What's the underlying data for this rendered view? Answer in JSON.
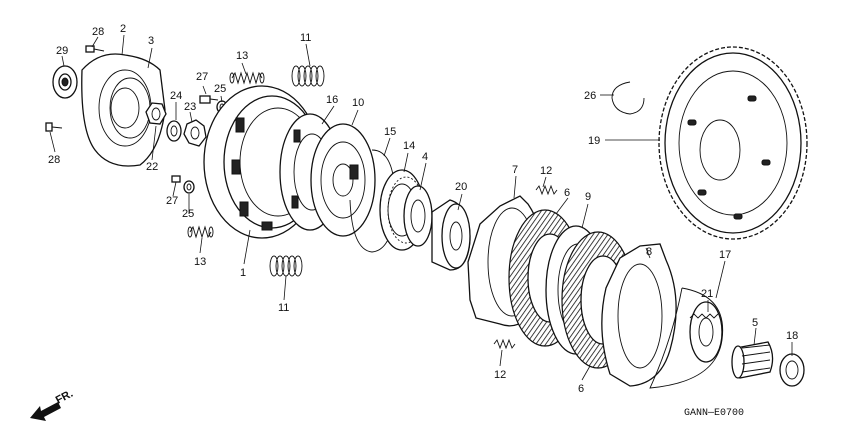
{
  "diagram_code": "GANN—E0700",
  "direction_label": "FR.",
  "callouts": [
    {
      "id": "c1",
      "text": "1"
    },
    {
      "id": "c2",
      "text": "2"
    },
    {
      "id": "c3",
      "text": "3"
    },
    {
      "id": "c4",
      "text": "4"
    },
    {
      "id": "c5",
      "text": "5"
    },
    {
      "id": "c6a",
      "text": "6"
    },
    {
      "id": "c6b",
      "text": "6"
    },
    {
      "id": "c7",
      "text": "7"
    },
    {
      "id": "c8",
      "text": "8"
    },
    {
      "id": "c9",
      "text": "9"
    },
    {
      "id": "c10",
      "text": "10"
    },
    {
      "id": "c11a",
      "text": "11"
    },
    {
      "id": "c11b",
      "text": "11"
    },
    {
      "id": "c12a",
      "text": "12"
    },
    {
      "id": "c12b",
      "text": "12"
    },
    {
      "id": "c13a",
      "text": "13"
    },
    {
      "id": "c13b",
      "text": "13"
    },
    {
      "id": "c14",
      "text": "14"
    },
    {
      "id": "c15",
      "text": "15"
    },
    {
      "id": "c16",
      "text": "16"
    },
    {
      "id": "c17",
      "text": "17"
    },
    {
      "id": "c18",
      "text": "18"
    },
    {
      "id": "c19",
      "text": "19"
    },
    {
      "id": "c20",
      "text": "20"
    },
    {
      "id": "c21",
      "text": "21"
    },
    {
      "id": "c22",
      "text": "22"
    },
    {
      "id": "c23",
      "text": "23"
    },
    {
      "id": "c24",
      "text": "24"
    },
    {
      "id": "c25a",
      "text": "25"
    },
    {
      "id": "c25b",
      "text": "25"
    },
    {
      "id": "c26",
      "text": "26"
    },
    {
      "id": "c27a",
      "text": "27"
    },
    {
      "id": "c27b",
      "text": "27"
    },
    {
      "id": "c28a",
      "text": "28"
    },
    {
      "id": "c28b",
      "text": "28"
    },
    {
      "id": "c29",
      "text": "29"
    }
  ]
}
